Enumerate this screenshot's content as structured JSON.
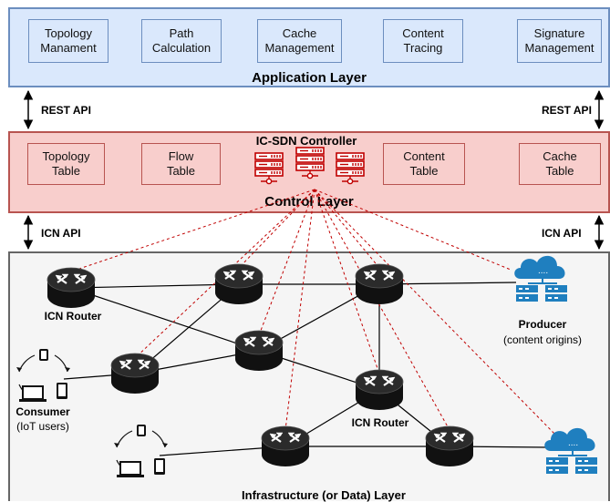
{
  "application_layer": {
    "title": "Application Layer",
    "modules": [
      "Topology\nManament",
      "Path\nCalculation",
      "Cache\nManagement",
      "Content\nTracing",
      "Signature\nManagement"
    ]
  },
  "apis": {
    "rest": "REST API",
    "icn": "ICN API"
  },
  "control_layer": {
    "title": "Control Layer",
    "controller": "IC-SDN Controller",
    "tables": [
      "Topology\nTable",
      "Flow\nTable",
      "Content\nTable",
      "Cache\nTable"
    ]
  },
  "infrastructure_layer": {
    "title": "Infrastructure (or Data) Layer",
    "router_label_1": "ICN Router",
    "router_label_2": "ICN Router",
    "producer": "Producer",
    "producer_sub": "(content origins)",
    "consumer": "Consumer",
    "consumer_sub": "(IoT users)"
  },
  "colors": {
    "app_fill": "#dae8fc",
    "app_border": "#6c8ebf",
    "ctrl_fill": "#f8cecc",
    "ctrl_border": "#b85450",
    "infra_fill": "#f5f5f5",
    "infra_border": "#666666",
    "control_link": "#c00000",
    "cloud": "#1f7fbf",
    "router": "#1a1a1a"
  }
}
